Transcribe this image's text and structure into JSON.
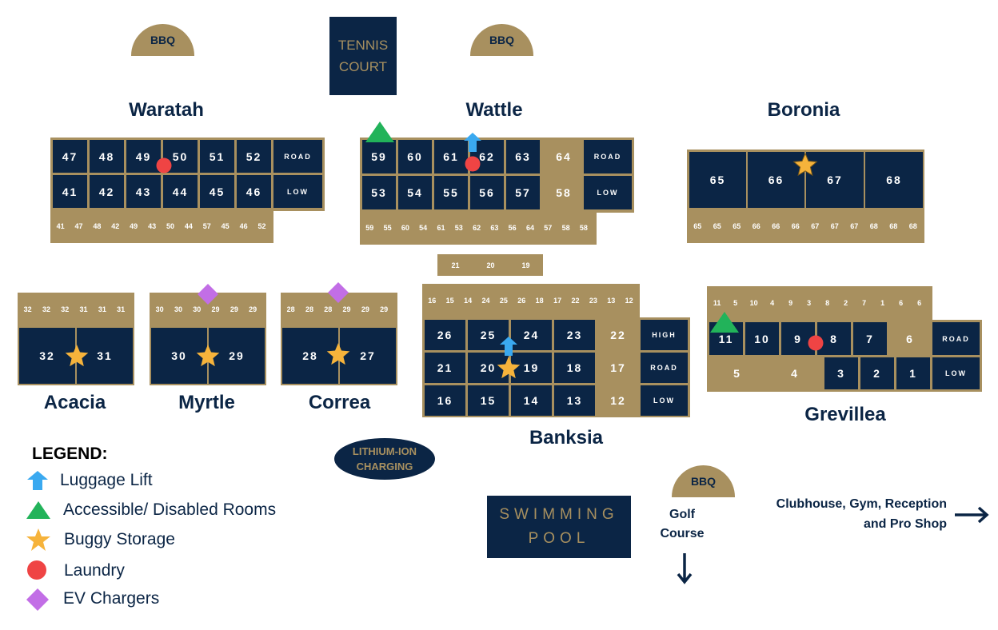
{
  "colors": {
    "navy": "#0b2545",
    "tan": "#a8905f",
    "lift": "#3aa9f0",
    "accessible": "#22b35a",
    "buggy": "#f6b33b",
    "laundry": "#ef4444",
    "ev": "#c26ee6"
  },
  "bbq_label": "BBQ",
  "tennis": {
    "line1": "TENNIS",
    "line2": "COURT"
  },
  "pool": {
    "line1": "SWIMMING",
    "line2": "POOL"
  },
  "lithium": {
    "line1": "LITHIUM-ION",
    "line2": "CHARGING"
  },
  "golf": {
    "line1": "Golf",
    "line2": "Course"
  },
  "clubhouse": {
    "line1": "Clubhouse, Gym, Reception",
    "line2": "and Pro Shop"
  },
  "road": {
    "road": "ROAD",
    "low": "LOW",
    "high": "HIGH"
  },
  "buildings": {
    "waratah": "Waratah",
    "wattle": "Wattle",
    "boronia": "Boronia",
    "acacia": "Acacia",
    "myrtle": "Myrtle",
    "correa": "Correa",
    "banksia": "Banksia",
    "grevillea": "Grevillea"
  },
  "waratah": {
    "top": [
      "47",
      "48",
      "49",
      "50",
      "51",
      "52"
    ],
    "mid": [
      "41",
      "42",
      "43",
      "44",
      "45",
      "46"
    ],
    "bottom": [
      "41",
      "47",
      "48",
      "42",
      "49",
      "43",
      "50",
      "44",
      "57",
      "45",
      "46",
      "52"
    ]
  },
  "wattle": {
    "top": [
      "59",
      "60",
      "61",
      "62",
      "63"
    ],
    "top_tan": "64",
    "mid": [
      "53",
      "54",
      "55",
      "56",
      "57"
    ],
    "mid_tan": "58",
    "bottom": [
      "59",
      "55",
      "60",
      "54",
      "61",
      "53",
      "62",
      "63",
      "56",
      "64",
      "57",
      "58",
      "58"
    ]
  },
  "boronia": {
    "top": [
      "65",
      "66",
      "67",
      "68"
    ],
    "bottom": [
      "65",
      "65",
      "65",
      "66",
      "66",
      "66",
      "67",
      "67",
      "67",
      "68",
      "68",
      "68"
    ]
  },
  "mid_strip": [
    "21",
    "20",
    "19"
  ],
  "acacia": {
    "small": [
      "32",
      "32",
      "32",
      "31",
      "31",
      "31"
    ],
    "big": [
      "32",
      "31"
    ]
  },
  "myrtle": {
    "small": [
      "30",
      "30",
      "30",
      "29",
      "29",
      "29"
    ],
    "big": [
      "30",
      "29"
    ]
  },
  "correa": {
    "small": [
      "28",
      "28",
      "28",
      "29",
      "29",
      "29"
    ],
    "big": [
      "28",
      "27"
    ]
  },
  "banksia": {
    "small": [
      "16",
      "15",
      "14",
      "24",
      "25",
      "26",
      "18",
      "17",
      "22",
      "23",
      "13",
      "12"
    ],
    "r1": [
      "26",
      "25",
      "24",
      "23"
    ],
    "r1_tan": "22",
    "r2": [
      "21",
      "20",
      "19",
      "18"
    ],
    "r2_tan": "17",
    "r3": [
      "16",
      "15",
      "14",
      "13"
    ],
    "r3_tan": "12"
  },
  "grevillea": {
    "small": [
      "11",
      "5",
      "10",
      "4",
      "9",
      "3",
      "8",
      "2",
      "7",
      "1",
      "6",
      "6"
    ],
    "r1": [
      "11",
      "10",
      "9",
      "8",
      "7"
    ],
    "r1_tan": "6",
    "r2_tan": [
      "5",
      "4"
    ],
    "r2": [
      "3",
      "2",
      "1"
    ]
  },
  "legend": {
    "title": "LEGEND:",
    "items": [
      "Luggage Lift",
      "Accessible/ Disabled Rooms",
      "Buggy Storage",
      "Laundry",
      "EV Chargers"
    ]
  }
}
